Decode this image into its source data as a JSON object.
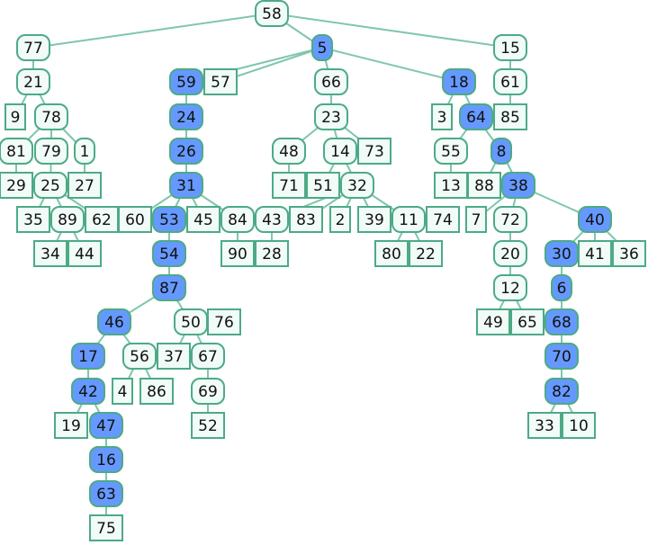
{
  "colors": {
    "edge": "#7fc6ad",
    "node_border": "#4daa86",
    "node_fill": "#f1fbf7",
    "highlight_fill": "#6699ff",
    "text": "#111111"
  },
  "tree": {
    "nodes": [
      {
        "id": "n58",
        "label": "58",
        "shape": "round",
        "highlight": false
      },
      {
        "id": "n77",
        "label": "77",
        "shape": "round",
        "highlight": false
      },
      {
        "id": "n5",
        "label": "5",
        "shape": "round",
        "highlight": true
      },
      {
        "id": "n15",
        "label": "15",
        "shape": "round",
        "highlight": false
      },
      {
        "id": "n21",
        "label": "21",
        "shape": "round",
        "highlight": false
      },
      {
        "id": "n9",
        "label": "9",
        "shape": "square",
        "highlight": false
      },
      {
        "id": "n78",
        "label": "78",
        "shape": "round",
        "highlight": false
      },
      {
        "id": "n81",
        "label": "81",
        "shape": "round",
        "highlight": false
      },
      {
        "id": "n29",
        "label": "29",
        "shape": "square",
        "highlight": false
      },
      {
        "id": "n79",
        "label": "79",
        "shape": "round",
        "highlight": false
      },
      {
        "id": "n25",
        "label": "25",
        "shape": "round",
        "highlight": false
      },
      {
        "id": "n35",
        "label": "35",
        "shape": "square",
        "highlight": false
      },
      {
        "id": "n89",
        "label": "89",
        "shape": "round",
        "highlight": false
      },
      {
        "id": "n34",
        "label": "34",
        "shape": "square",
        "highlight": false
      },
      {
        "id": "n44",
        "label": "44",
        "shape": "square",
        "highlight": false
      },
      {
        "id": "n62",
        "label": "62",
        "shape": "square",
        "highlight": false
      },
      {
        "id": "n1",
        "label": "1",
        "shape": "round",
        "highlight": false
      },
      {
        "id": "n27",
        "label": "27",
        "shape": "square",
        "highlight": false
      },
      {
        "id": "n59",
        "label": "59",
        "shape": "round",
        "highlight": true
      },
      {
        "id": "n57",
        "label": "57",
        "shape": "square",
        "highlight": false
      },
      {
        "id": "n24",
        "label": "24",
        "shape": "round",
        "highlight": true
      },
      {
        "id": "n26",
        "label": "26",
        "shape": "round",
        "highlight": true
      },
      {
        "id": "n31",
        "label": "31",
        "shape": "round",
        "highlight": true
      },
      {
        "id": "n60",
        "label": "60",
        "shape": "square",
        "highlight": false
      },
      {
        "id": "n53",
        "label": "53",
        "shape": "round",
        "highlight": true
      },
      {
        "id": "n45",
        "label": "45",
        "shape": "square",
        "highlight": false
      },
      {
        "id": "n84",
        "label": "84",
        "shape": "round",
        "highlight": false
      },
      {
        "id": "n90",
        "label": "90",
        "shape": "square",
        "highlight": false
      },
      {
        "id": "n54",
        "label": "54",
        "shape": "round",
        "highlight": true
      },
      {
        "id": "n87",
        "label": "87",
        "shape": "round",
        "highlight": true
      },
      {
        "id": "n46",
        "label": "46",
        "shape": "round",
        "highlight": true
      },
      {
        "id": "n17",
        "label": "17",
        "shape": "round",
        "highlight": true
      },
      {
        "id": "n42",
        "label": "42",
        "shape": "round",
        "highlight": true
      },
      {
        "id": "n19",
        "label": "19",
        "shape": "square",
        "highlight": false
      },
      {
        "id": "n47",
        "label": "47",
        "shape": "round",
        "highlight": true
      },
      {
        "id": "n16",
        "label": "16",
        "shape": "round",
        "highlight": true
      },
      {
        "id": "n63",
        "label": "63",
        "shape": "round",
        "highlight": true
      },
      {
        "id": "n75",
        "label": "75",
        "shape": "square",
        "highlight": false
      },
      {
        "id": "n56",
        "label": "56",
        "shape": "round",
        "highlight": false
      },
      {
        "id": "n4",
        "label": "4",
        "shape": "square",
        "highlight": false
      },
      {
        "id": "n86",
        "label": "86",
        "shape": "square",
        "highlight": false
      },
      {
        "id": "n50",
        "label": "50",
        "shape": "round",
        "highlight": false
      },
      {
        "id": "n76",
        "label": "76",
        "shape": "square",
        "highlight": false
      },
      {
        "id": "n37",
        "label": "37",
        "shape": "square",
        "highlight": false
      },
      {
        "id": "n67",
        "label": "67",
        "shape": "round",
        "highlight": false
      },
      {
        "id": "n69",
        "label": "69",
        "shape": "round",
        "highlight": false
      },
      {
        "id": "n52",
        "label": "52",
        "shape": "square",
        "highlight": false
      },
      {
        "id": "n66",
        "label": "66",
        "shape": "round",
        "highlight": false
      },
      {
        "id": "n23",
        "label": "23",
        "shape": "round",
        "highlight": false
      },
      {
        "id": "n48",
        "label": "48",
        "shape": "round",
        "highlight": false
      },
      {
        "id": "n71",
        "label": "71",
        "shape": "square",
        "highlight": false
      },
      {
        "id": "n14",
        "label": "14",
        "shape": "round",
        "highlight": false
      },
      {
        "id": "n73",
        "label": "73",
        "shape": "square",
        "highlight": false
      },
      {
        "id": "n51",
        "label": "51",
        "shape": "square",
        "highlight": false
      },
      {
        "id": "n32",
        "label": "32",
        "shape": "round",
        "highlight": false
      },
      {
        "id": "n43",
        "label": "43",
        "shape": "round",
        "highlight": false
      },
      {
        "id": "n28",
        "label": "28",
        "shape": "square",
        "highlight": false
      },
      {
        "id": "n83",
        "label": "83",
        "shape": "square",
        "highlight": false
      },
      {
        "id": "n2",
        "label": "2",
        "shape": "square",
        "highlight": false
      },
      {
        "id": "n39",
        "label": "39",
        "shape": "square",
        "highlight": false
      },
      {
        "id": "n11",
        "label": "11",
        "shape": "round",
        "highlight": false
      },
      {
        "id": "n80",
        "label": "80",
        "shape": "square",
        "highlight": false
      },
      {
        "id": "n22",
        "label": "22",
        "shape": "square",
        "highlight": false
      },
      {
        "id": "n74",
        "label": "74",
        "shape": "square",
        "highlight": false
      },
      {
        "id": "n18",
        "label": "18",
        "shape": "round",
        "highlight": true
      },
      {
        "id": "n3",
        "label": "3",
        "shape": "square",
        "highlight": false
      },
      {
        "id": "n64",
        "label": "64",
        "shape": "round",
        "highlight": true
      },
      {
        "id": "n55",
        "label": "55",
        "shape": "round",
        "highlight": false
      },
      {
        "id": "n13",
        "label": "13",
        "shape": "square",
        "highlight": false
      },
      {
        "id": "n8",
        "label": "8",
        "shape": "round",
        "highlight": true
      },
      {
        "id": "n88",
        "label": "88",
        "shape": "square",
        "highlight": false
      },
      {
        "id": "n38",
        "label": "38",
        "shape": "round",
        "highlight": true
      },
      {
        "id": "n7",
        "label": "7",
        "shape": "square",
        "highlight": false
      },
      {
        "id": "n72",
        "label": "72",
        "shape": "round",
        "highlight": false
      },
      {
        "id": "n20",
        "label": "20",
        "shape": "round",
        "highlight": false
      },
      {
        "id": "n12",
        "label": "12",
        "shape": "round",
        "highlight": false
      },
      {
        "id": "n49",
        "label": "49",
        "shape": "square",
        "highlight": false
      },
      {
        "id": "n65",
        "label": "65",
        "shape": "square",
        "highlight": false
      },
      {
        "id": "n40",
        "label": "40",
        "shape": "round",
        "highlight": true
      },
      {
        "id": "n30",
        "label": "30",
        "shape": "round",
        "highlight": true
      },
      {
        "id": "n6",
        "label": "6",
        "shape": "round",
        "highlight": true
      },
      {
        "id": "n68",
        "label": "68",
        "shape": "round",
        "highlight": true
      },
      {
        "id": "n70",
        "label": "70",
        "shape": "round",
        "highlight": true
      },
      {
        "id": "n82",
        "label": "82",
        "shape": "round",
        "highlight": true
      },
      {
        "id": "n33",
        "label": "33",
        "shape": "square",
        "highlight": false
      },
      {
        "id": "n10",
        "label": "10",
        "shape": "square",
        "highlight": false
      },
      {
        "id": "n41",
        "label": "41",
        "shape": "square",
        "highlight": false
      },
      {
        "id": "n36",
        "label": "36",
        "shape": "square",
        "highlight": false
      },
      {
        "id": "n85",
        "label": "85",
        "shape": "square",
        "highlight": false
      },
      {
        "id": "n61",
        "label": "61",
        "shape": "round",
        "highlight": false
      }
    ],
    "edges": [
      [
        "n58",
        "n77"
      ],
      [
        "n58",
        "n5"
      ],
      [
        "n58",
        "n15"
      ],
      [
        "n77",
        "n21"
      ],
      [
        "n21",
        "n9"
      ],
      [
        "n21",
        "n78"
      ],
      [
        "n78",
        "n81"
      ],
      [
        "n78",
        "n79"
      ],
      [
        "n78",
        "n1"
      ],
      [
        "n81",
        "n29"
      ],
      [
        "n79",
        "n25"
      ],
      [
        "n25",
        "n35"
      ],
      [
        "n25",
        "n89"
      ],
      [
        "n25",
        "n62"
      ],
      [
        "n89",
        "n34"
      ],
      [
        "n89",
        "n44"
      ],
      [
        "n1",
        "n27"
      ],
      [
        "n5",
        "n59"
      ],
      [
        "n5",
        "n57"
      ],
      [
        "n5",
        "n66"
      ],
      [
        "n5",
        "n18"
      ],
      [
        "n59",
        "n24"
      ],
      [
        "n24",
        "n26"
      ],
      [
        "n26",
        "n31"
      ],
      [
        "n31",
        "n60"
      ],
      [
        "n31",
        "n53"
      ],
      [
        "n31",
        "n45"
      ],
      [
        "n31",
        "n84"
      ],
      [
        "n84",
        "n90"
      ],
      [
        "n53",
        "n54"
      ],
      [
        "n54",
        "n87"
      ],
      [
        "n87",
        "n46"
      ],
      [
        "n87",
        "n50"
      ],
      [
        "n46",
        "n17"
      ],
      [
        "n46",
        "n56"
      ],
      [
        "n17",
        "n42"
      ],
      [
        "n42",
        "n19"
      ],
      [
        "n42",
        "n47"
      ],
      [
        "n47",
        "n16"
      ],
      [
        "n16",
        "n63"
      ],
      [
        "n63",
        "n75"
      ],
      [
        "n56",
        "n4"
      ],
      [
        "n56",
        "n86"
      ],
      [
        "n50",
        "n76"
      ],
      [
        "n50",
        "n37"
      ],
      [
        "n50",
        "n67"
      ],
      [
        "n67",
        "n69"
      ],
      [
        "n69",
        "n52"
      ],
      [
        "n66",
        "n23"
      ],
      [
        "n23",
        "n48"
      ],
      [
        "n23",
        "n14"
      ],
      [
        "n23",
        "n73"
      ],
      [
        "n48",
        "n71"
      ],
      [
        "n14",
        "n51"
      ],
      [
        "n14",
        "n32"
      ],
      [
        "n32",
        "n43"
      ],
      [
        "n32",
        "n83"
      ],
      [
        "n32",
        "n2"
      ],
      [
        "n32",
        "n39"
      ],
      [
        "n32",
        "n11"
      ],
      [
        "n43",
        "n28"
      ],
      [
        "n11",
        "n80"
      ],
      [
        "n11",
        "n22"
      ],
      [
        "n11",
        "n74"
      ],
      [
        "n18",
        "n3"
      ],
      [
        "n18",
        "n64"
      ],
      [
        "n64",
        "n55"
      ],
      [
        "n64",
        "n8"
      ],
      [
        "n55",
        "n13"
      ],
      [
        "n8",
        "n88"
      ],
      [
        "n8",
        "n38"
      ],
      [
        "n38",
        "n7"
      ],
      [
        "n38",
        "n72"
      ],
      [
        "n38",
        "n40"
      ],
      [
        "n72",
        "n20"
      ],
      [
        "n20",
        "n12"
      ],
      [
        "n12",
        "n49"
      ],
      [
        "n12",
        "n65"
      ],
      [
        "n40",
        "n30"
      ],
      [
        "n40",
        "n41"
      ],
      [
        "n40",
        "n36"
      ],
      [
        "n30",
        "n6"
      ],
      [
        "n6",
        "n68"
      ],
      [
        "n68",
        "n70"
      ],
      [
        "n70",
        "n82"
      ],
      [
        "n82",
        "n33"
      ],
      [
        "n82",
        "n10"
      ],
      [
        "n15",
        "n61"
      ],
      [
        "n61",
        "n85"
      ]
    ]
  }
}
